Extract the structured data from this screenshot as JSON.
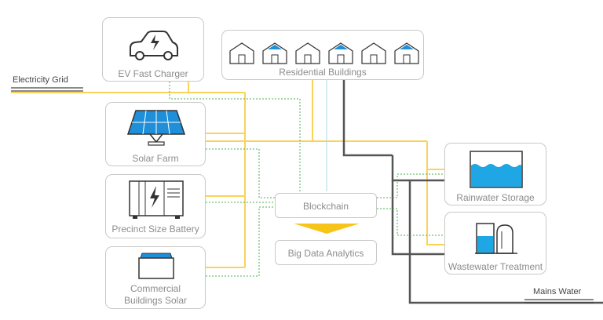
{
  "nodes": {
    "electricity_grid": "Electricity Grid",
    "ev_charger": "EV Fast Charger",
    "residential": "Residential Buildings",
    "solar_farm": "Solar Farm",
    "battery": "Precinct Size Battery",
    "commercial_solar_line1": "Commercial",
    "commercial_solar_line2": "Buildings Solar",
    "blockchain": "Blockchain",
    "big_data": "Big Data Analytics",
    "rainwater": "Rainwater Storage",
    "wastewater": "Wastewater Treatment",
    "mains_water": "Mains Water"
  },
  "colors": {
    "power": "#f9d35c",
    "data": "#4caf50",
    "water": "#555555",
    "light_link": "#aad8e6",
    "box_border": "#c9c9c9",
    "label_gray": "#8c8c8c",
    "solar_blue": "#1e8fd8",
    "water_blue": "#1ea7e4",
    "arrow_yellow": "#f7c51a"
  },
  "icons": [
    "car-icon",
    "house-icon",
    "solar-panel-icon",
    "battery-icon",
    "solar-roof-icon",
    "water-tank-icon",
    "treatment-plant-icon"
  ]
}
